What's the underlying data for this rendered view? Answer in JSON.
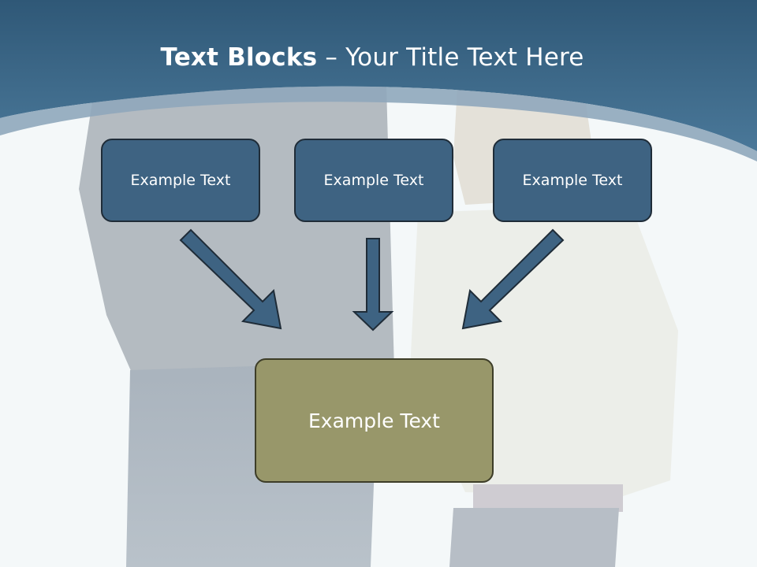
{
  "title": {
    "bold": "Text Blocks",
    "dash": " – ",
    "rest": "Your Title Text Here"
  },
  "boxes": [
    {
      "label": "Example Text"
    },
    {
      "label": "Example Text"
    },
    {
      "label": "Example Text"
    }
  ],
  "target": {
    "label": "Example Text"
  },
  "colors": {
    "header": "#3d6a8f",
    "box": "#3e6382",
    "target_box": "#98976a",
    "arrow": "#3e6382"
  }
}
